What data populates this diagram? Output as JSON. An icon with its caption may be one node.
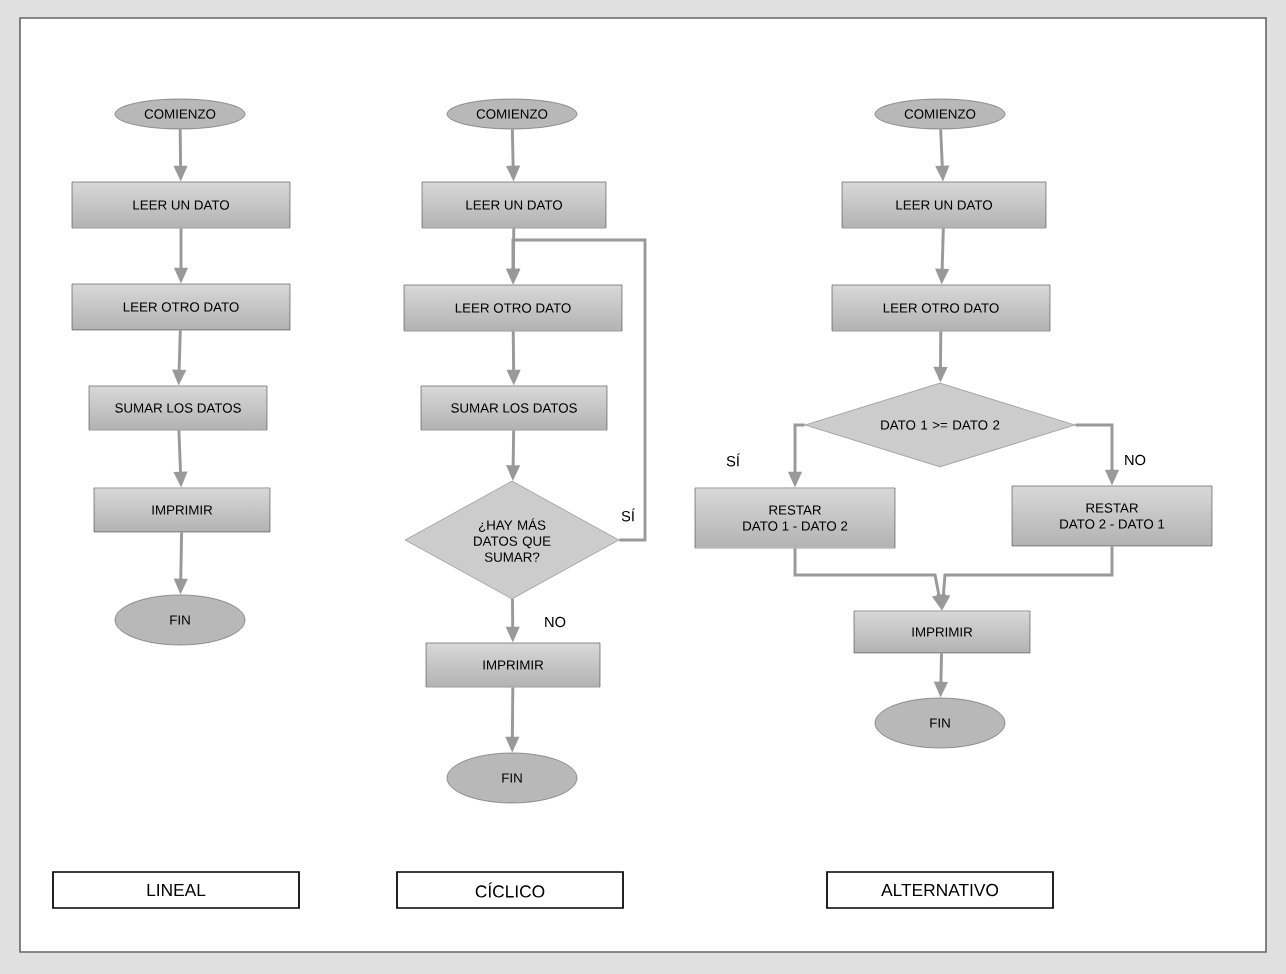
{
  "diagram": {
    "nodes": [
      {
        "text": [
          "COMIENZO"
        ]
      },
      {
        "text": [
          "LEER UN DATO"
        ]
      },
      {
        "text": [
          "LEER OTRO DATO"
        ]
      },
      {
        "text": [
          "SUMAR LOS DATOS"
        ]
      },
      {
        "text": [
          "IMPRIMIR"
        ]
      },
      {
        "text": [
          "FIN"
        ]
      },
      {
        "text": [
          "COMIENZO"
        ]
      },
      {
        "text": [
          "LEER UN DATO"
        ]
      },
      {
        "text": [
          "LEER OTRO DATO"
        ]
      },
      {
        "text": [
          "SUMAR LOS DATOS"
        ]
      },
      {
        "text": [
          "¿HAY MÁS DATOS QUE SUMAR?"
        ]
      },
      {
        "text": [
          "IMPRIMIR"
        ]
      },
      {
        "text": [
          "FIN"
        ]
      },
      {
        "text": [
          "COMIENZO"
        ]
      },
      {
        "text": [
          "LEER UN DATO"
        ]
      },
      {
        "text": [
          "LEER OTRO DATO"
        ]
      },
      {
        "text": [
          "DATO 1 >= DATO 2"
        ]
      },
      {
        "text": [
          "RESTAR",
          "DATO 1 - DATO 2"
        ]
      },
      {
        "text": [
          "RESTAR",
          "DATO 2 - DATO 1"
        ]
      },
      {
        "text": [
          "IMPRIMIR"
        ]
      },
      {
        "text": [
          "FIN"
        ]
      },
      {
        "text": [
          "LINEAL"
        ]
      },
      {
        "text": [
          "CÍCLICO"
        ]
      },
      {
        "text": [
          "ALTERNATIVO"
        ]
      }
    ],
    "edges": [
      {
        "from": 0,
        "to": 1,
        "arrow": "to"
      },
      {
        "from": 1,
        "to": 2,
        "arrow": "to"
      },
      {
        "from": 2,
        "to": 3,
        "arrow": "to"
      },
      {
        "from": 3,
        "to": 4,
        "arrow": "to"
      },
      {
        "from": 4,
        "to": 5,
        "arrow": "to"
      },
      {
        "from": 6,
        "to": 7,
        "arrow": "to"
      },
      {
        "from": 7,
        "to": 8,
        "arrow": "to"
      },
      {
        "from": 8,
        "to": 9,
        "arrow": "to"
      },
      {
        "from": 9,
        "to": 10,
        "arrow": "to"
      },
      {
        "from": 10,
        "to": 11,
        "arrow": "to",
        "label": "NO"
      },
      {
        "from": 11,
        "to": 12,
        "arrow": "to"
      },
      {
        "from": 10,
        "to": 8,
        "arrow": "to",
        "label": "SÍ"
      },
      {
        "from": 13,
        "to": 14,
        "arrow": "to"
      },
      {
        "from": 14,
        "to": 15,
        "arrow": "to"
      },
      {
        "from": 15,
        "to": 16,
        "arrow": "to"
      },
      {
        "from": 16,
        "to": 17,
        "arrow": "to",
        "label": "SÍ"
      },
      {
        "from": 16,
        "to": 18,
        "arrow": "to",
        "label": "NO"
      },
      {
        "from": 17,
        "to": 19,
        "arrow": "to"
      },
      {
        "from": 18,
        "to": 19,
        "arrow": "to"
      },
      {
        "from": 19,
        "to": 20,
        "arrow": "to"
      }
    ]
  }
}
